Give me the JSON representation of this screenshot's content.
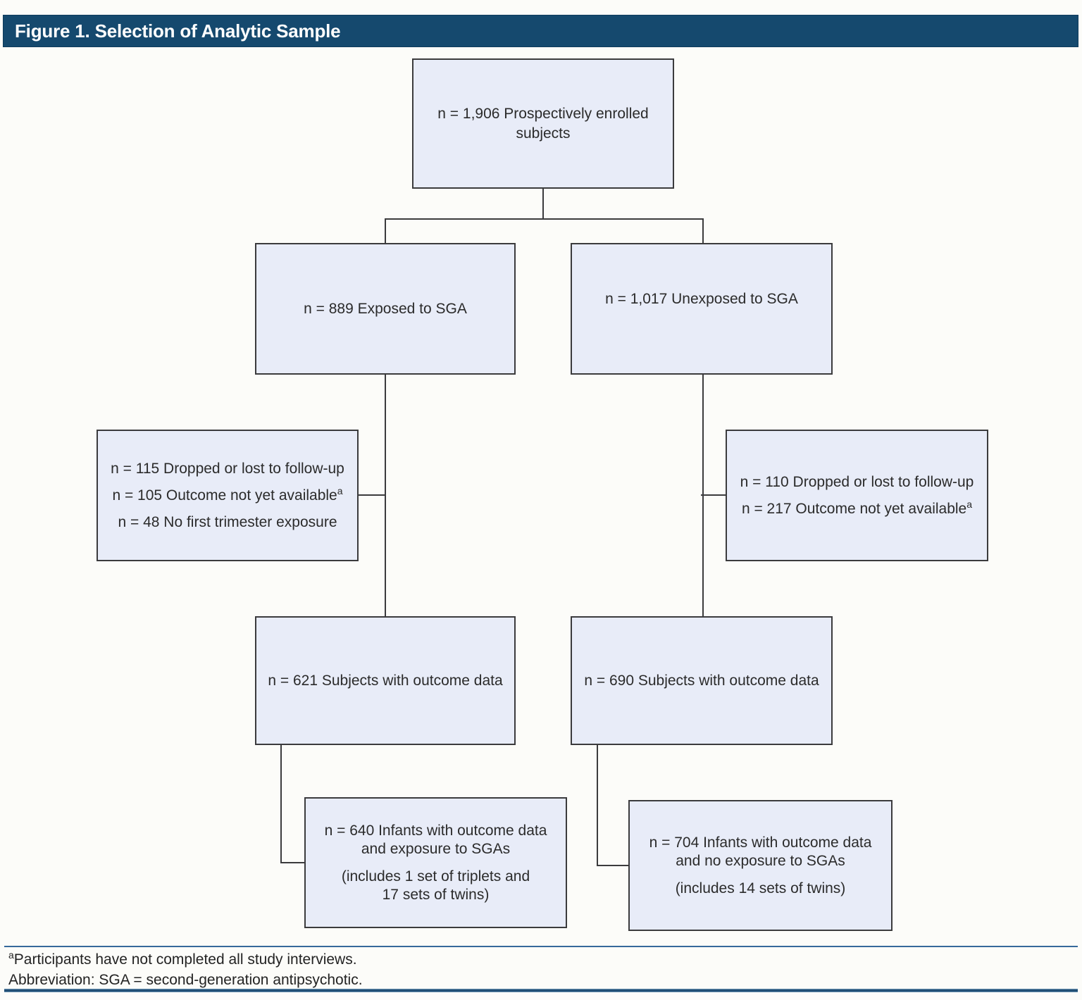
{
  "figure": {
    "title": "Figure 1. Selection of Analytic Sample"
  },
  "colors": {
    "header_bg": "#15496E",
    "header_text": "#FFFFFF",
    "box_fill": "#E8ECF8",
    "box_border": "#3B3B3D",
    "connector": "#3B3B3D",
    "footer_rule": "#36699B",
    "text": "#2B2B2B",
    "background": "#FCFCF9"
  },
  "nodes": {
    "enrolled": {
      "lines": [
        "n = 1,906 Prospectively enrolled",
        "subjects"
      ]
    },
    "exposed": {
      "label": "n = 889 Exposed to SGA"
    },
    "unexposed": {
      "label": "n = 1,017 Unexposed to SGA"
    },
    "excluded_exposed": {
      "lines": [
        {
          "text": "n = 115 Dropped or lost to follow-up",
          "sup": ""
        },
        {
          "text": "n = 105 Outcome not yet available",
          "sup": "a"
        },
        {
          "text": "n = 48 No first trimester exposure",
          "sup": ""
        }
      ]
    },
    "excluded_unexposed": {
      "lines": [
        {
          "text": "n = 110 Dropped or lost to follow-up",
          "sup": ""
        },
        {
          "text": "n = 217 Outcome not yet available",
          "sup": "a"
        }
      ]
    },
    "outcome_exposed": {
      "label": "n = 621 Subjects with outcome data"
    },
    "outcome_unexposed": {
      "label": "n = 690 Subjects with outcome data"
    },
    "infants_exposed": {
      "para1": [
        "n = 640 Infants with outcome data",
        "and exposure to SGAs"
      ],
      "para2": [
        "(includes 1 set of triplets and",
        "17 sets of twins)"
      ]
    },
    "infants_unexposed": {
      "para1": [
        "n = 704 Infants with outcome data",
        "and no exposure to SGAs"
      ],
      "para2": [
        "(includes 14 sets of twins)"
      ]
    }
  },
  "footnotes": {
    "sup1": "a",
    "line1": "Participants have not completed all study interviews.",
    "line2": "Abbreviation: SGA = second-generation antipsychotic."
  }
}
